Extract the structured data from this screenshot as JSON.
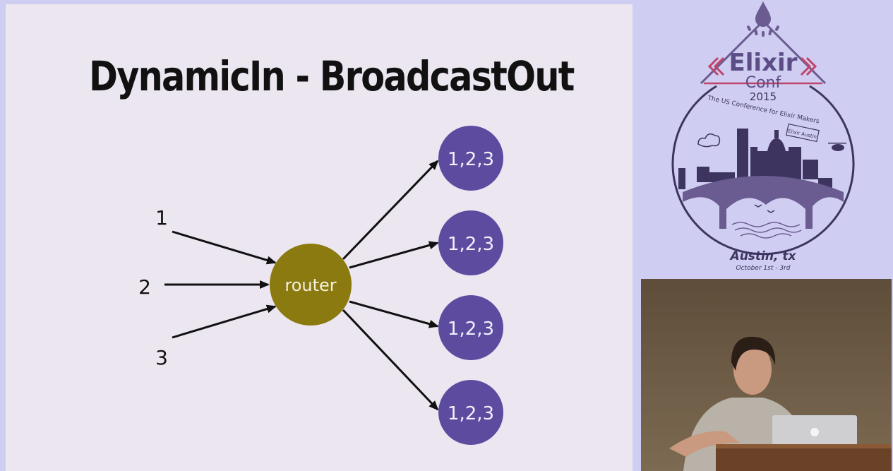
{
  "slide": {
    "title": "DynamicIn - BroadcastOut",
    "inputs": [
      "1",
      "2",
      "3"
    ],
    "router_label": "router",
    "outputs": [
      "1,2,3",
      "1,2,3",
      "1,2,3",
      "1,2,3"
    ]
  },
  "logo": {
    "line1": "Elixir",
    "line2": "Conf",
    "year": "2015",
    "tagline": "The US Conference for Elixir Makers",
    "banner": "Elixir Austin",
    "city": "Austin, tx",
    "dates": "October 1st - 3rd"
  },
  "colors": {
    "router_fill": "#8a7a10",
    "output_fill": "#5d4ba0",
    "logo_purple": "#6a5b90",
    "logo_accent": "#c0456a"
  }
}
